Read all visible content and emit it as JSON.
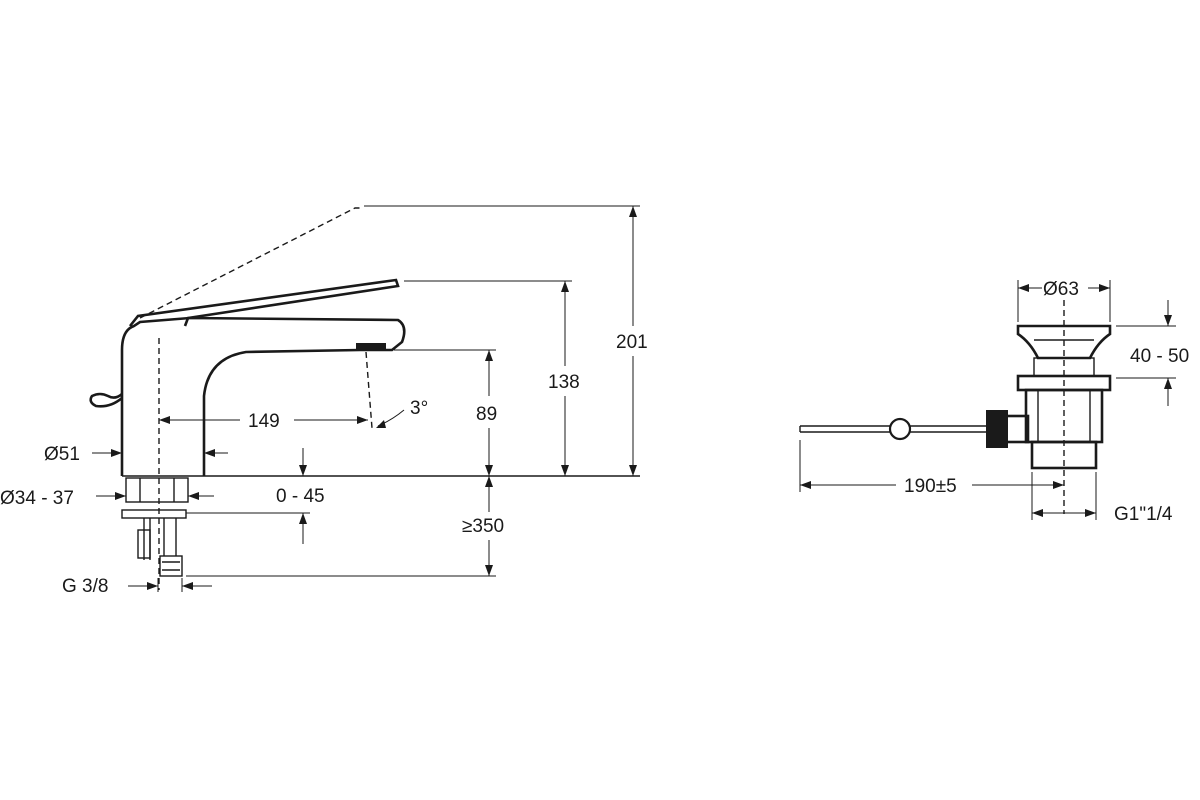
{
  "faucet": {
    "dims": {
      "height_total": "201",
      "height_lever": "138",
      "height_spout": "89",
      "reach": "149",
      "angle": "3°",
      "body_dia": "Ø51",
      "hole_dia": "Ø34 - 37",
      "deck_thickness": "0 - 45",
      "hose_length": "≥350",
      "connection": "G 3/8"
    }
  },
  "drain": {
    "dims": {
      "flange_dia": "Ø63",
      "height_adjust": "40 - 50",
      "rod_length": "190±5",
      "thread": "G1\"1/4"
    }
  },
  "colors": {
    "line": "#1a1a1a",
    "background": "#ffffff"
  }
}
